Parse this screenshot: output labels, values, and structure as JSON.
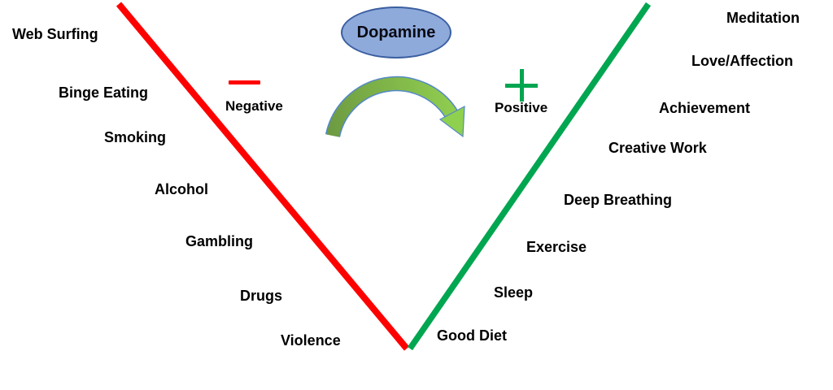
{
  "diagram": {
    "center_label": "Dopamine",
    "negative": {
      "sign": "minus",
      "sign_label": "Negative",
      "items": [
        "Web Surfing",
        "Binge Eating",
        "Smoking",
        "Alcohol",
        "Gambling",
        "Drugs",
        "Violence"
      ]
    },
    "positive": {
      "sign": "plus",
      "sign_label": "Positive",
      "items": [
        "Meditation",
        "Love/Affection",
        "Achievement",
        "Creative Work",
        "Deep Breathing",
        "Exercise",
        "Sleep",
        "Good Diet"
      ]
    },
    "colors": {
      "negative_line": "#FF0000",
      "positive_line": "#00A650",
      "ellipse_fill": "#8EAADB",
      "ellipse_border": "#3b5fa0",
      "arrow_gradient_start": "#6D9A42",
      "arrow_gradient_end": "#92D050",
      "arrow_outline": "#5488c7",
      "text": "#000000"
    }
  }
}
